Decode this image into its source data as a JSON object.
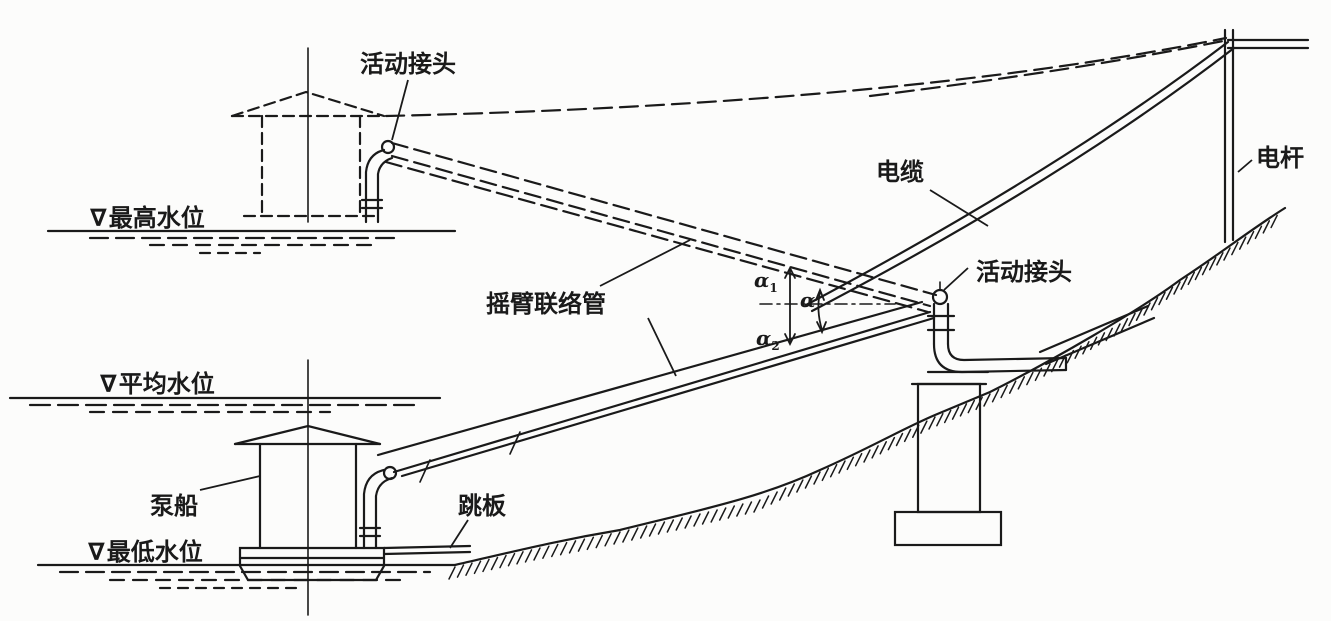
{
  "labels": {
    "joint_top": "活动接头",
    "joint_right": "活动接头",
    "highest_water": "最高水位",
    "average_water": "平均水位",
    "lowest_water": "最低水位",
    "cable": "电缆",
    "pole": "电杆",
    "swing_pipe": "摇臂联络管",
    "pump_boat": "泵船",
    "gangplank": "跳板"
  },
  "water_level_symbol": "∇",
  "angles": {
    "alpha": "α",
    "alpha1_sub": "1",
    "alpha2_sub": "2"
  },
  "colors": {
    "ink": "#1a1a1a",
    "paper": "#fcfcfb"
  }
}
